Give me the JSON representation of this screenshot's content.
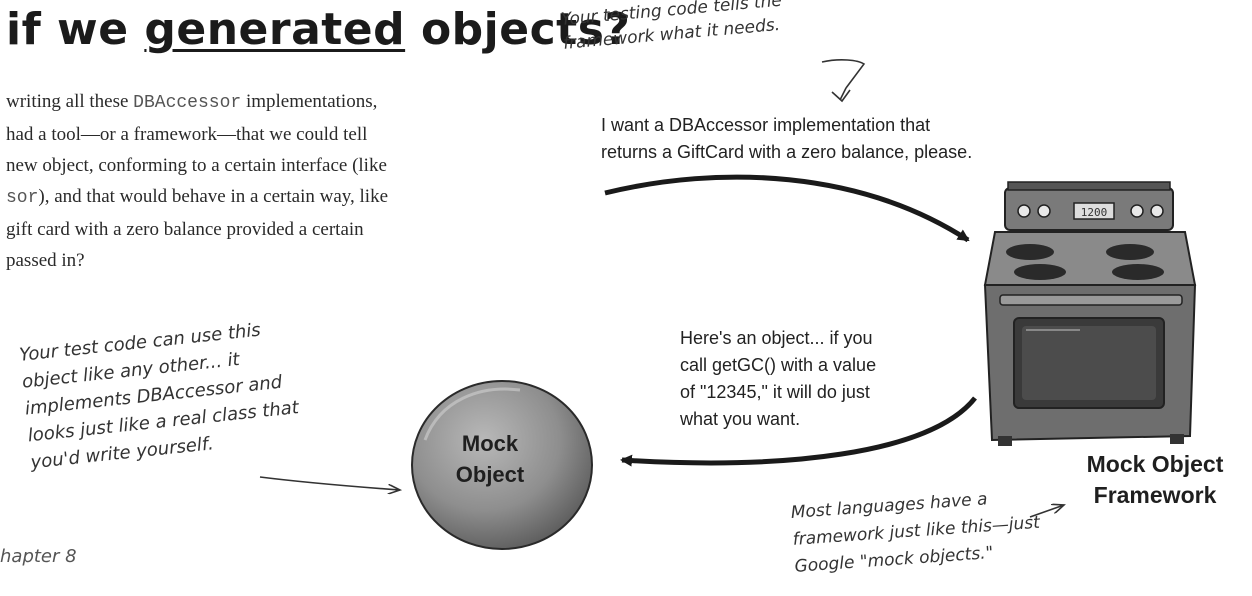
{
  "title": {
    "prefix": "if we ",
    "underlined": "generated",
    "suffix": " objects?"
  },
  "paragraph": {
    "lines": [
      [
        "writing all these ",
        "DBAccessor",
        " implementations,"
      ],
      [
        "had a tool—or a framework—that we could tell",
        "",
        ""
      ],
      [
        "new object, conforming to a certain interface (like",
        "",
        ""
      ],
      [
        "",
        "sor",
        "), and that would behave in a certain way, like"
      ],
      [
        "gift card with a zero balance provided a certain",
        "",
        ""
      ],
      [
        "passed in?",
        "",
        ""
      ]
    ]
  },
  "annotations": {
    "top": [
      "Your testing code tells the",
      "framework what it needs."
    ],
    "left": [
      "Your test code can use this",
      "object like any other... it",
      "implements DBAccessor and",
      "looks just like a real class that",
      "you'd write yourself."
    ],
    "bottom": [
      "Most languages have a",
      "framework just like this—just",
      "Google \"mock objects.\""
    ]
  },
  "request_bubble": [
    "I want a DBAccessor implementation that",
    "returns a GiftCard with a zero balance, please."
  ],
  "response_bubble": [
    "Here's an object... if you",
    "call getGC() with a value",
    "of \"12345,\" it will do just",
    "what you want."
  ],
  "mock_object_label": [
    "Mock",
    "Object"
  ],
  "framework_label": [
    "Mock Object",
    "Framework"
  ],
  "stove_display": "1200",
  "footer": "hapter 8",
  "colors": {
    "ink": "#1a1a1a",
    "sphere": "#8e8e8e",
    "stove_body": "#6e6e6e",
    "stove_dark": "#3a3a3a"
  }
}
